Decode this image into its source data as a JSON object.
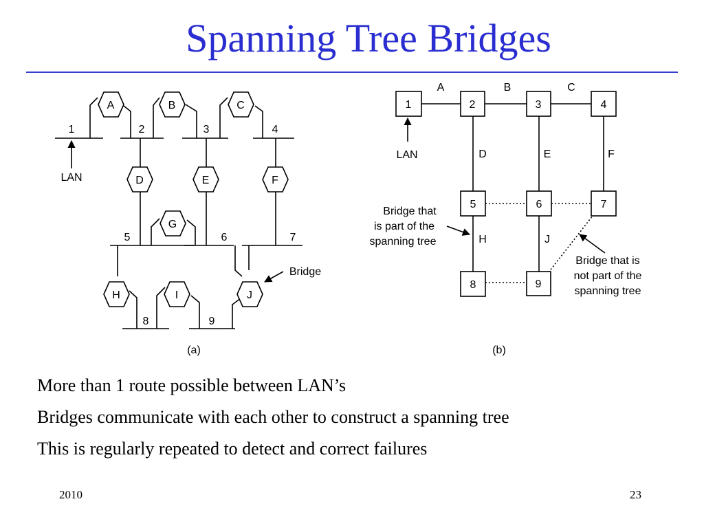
{
  "slide": {
    "title": "Spanning Tree Bridges",
    "bullets": [
      "More than 1 route possible between LAN’s",
      "Bridges communicate with each other to construct a spanning tree",
      "This is regularly repeated to detect and correct failures"
    ],
    "footer_left": "2010",
    "footer_right": "23"
  },
  "figure_a": {
    "caption": "(a)",
    "lan_label": "LAN",
    "bridge_label": "Bridge",
    "lans": [
      "1",
      "2",
      "3",
      "4",
      "5",
      "6",
      "7",
      "8",
      "9"
    ],
    "bridges": [
      "A",
      "B",
      "C",
      "D",
      "E",
      "F",
      "G",
      "H",
      "I",
      "J"
    ]
  },
  "figure_b": {
    "caption": "(b)",
    "lan_label": "LAN",
    "lans": [
      "1",
      "2",
      "3",
      "4",
      "5",
      "6",
      "7",
      "8",
      "9"
    ],
    "bridge_links": [
      "A",
      "B",
      "C",
      "D",
      "E",
      "F",
      "H",
      "J"
    ],
    "annotation_in_tree": [
      "Bridge that",
      "is part of the",
      "spanning  tree"
    ],
    "annotation_not_in_tree": [
      "Bridge that is",
      "not part of the",
      "spanning tree"
    ]
  }
}
